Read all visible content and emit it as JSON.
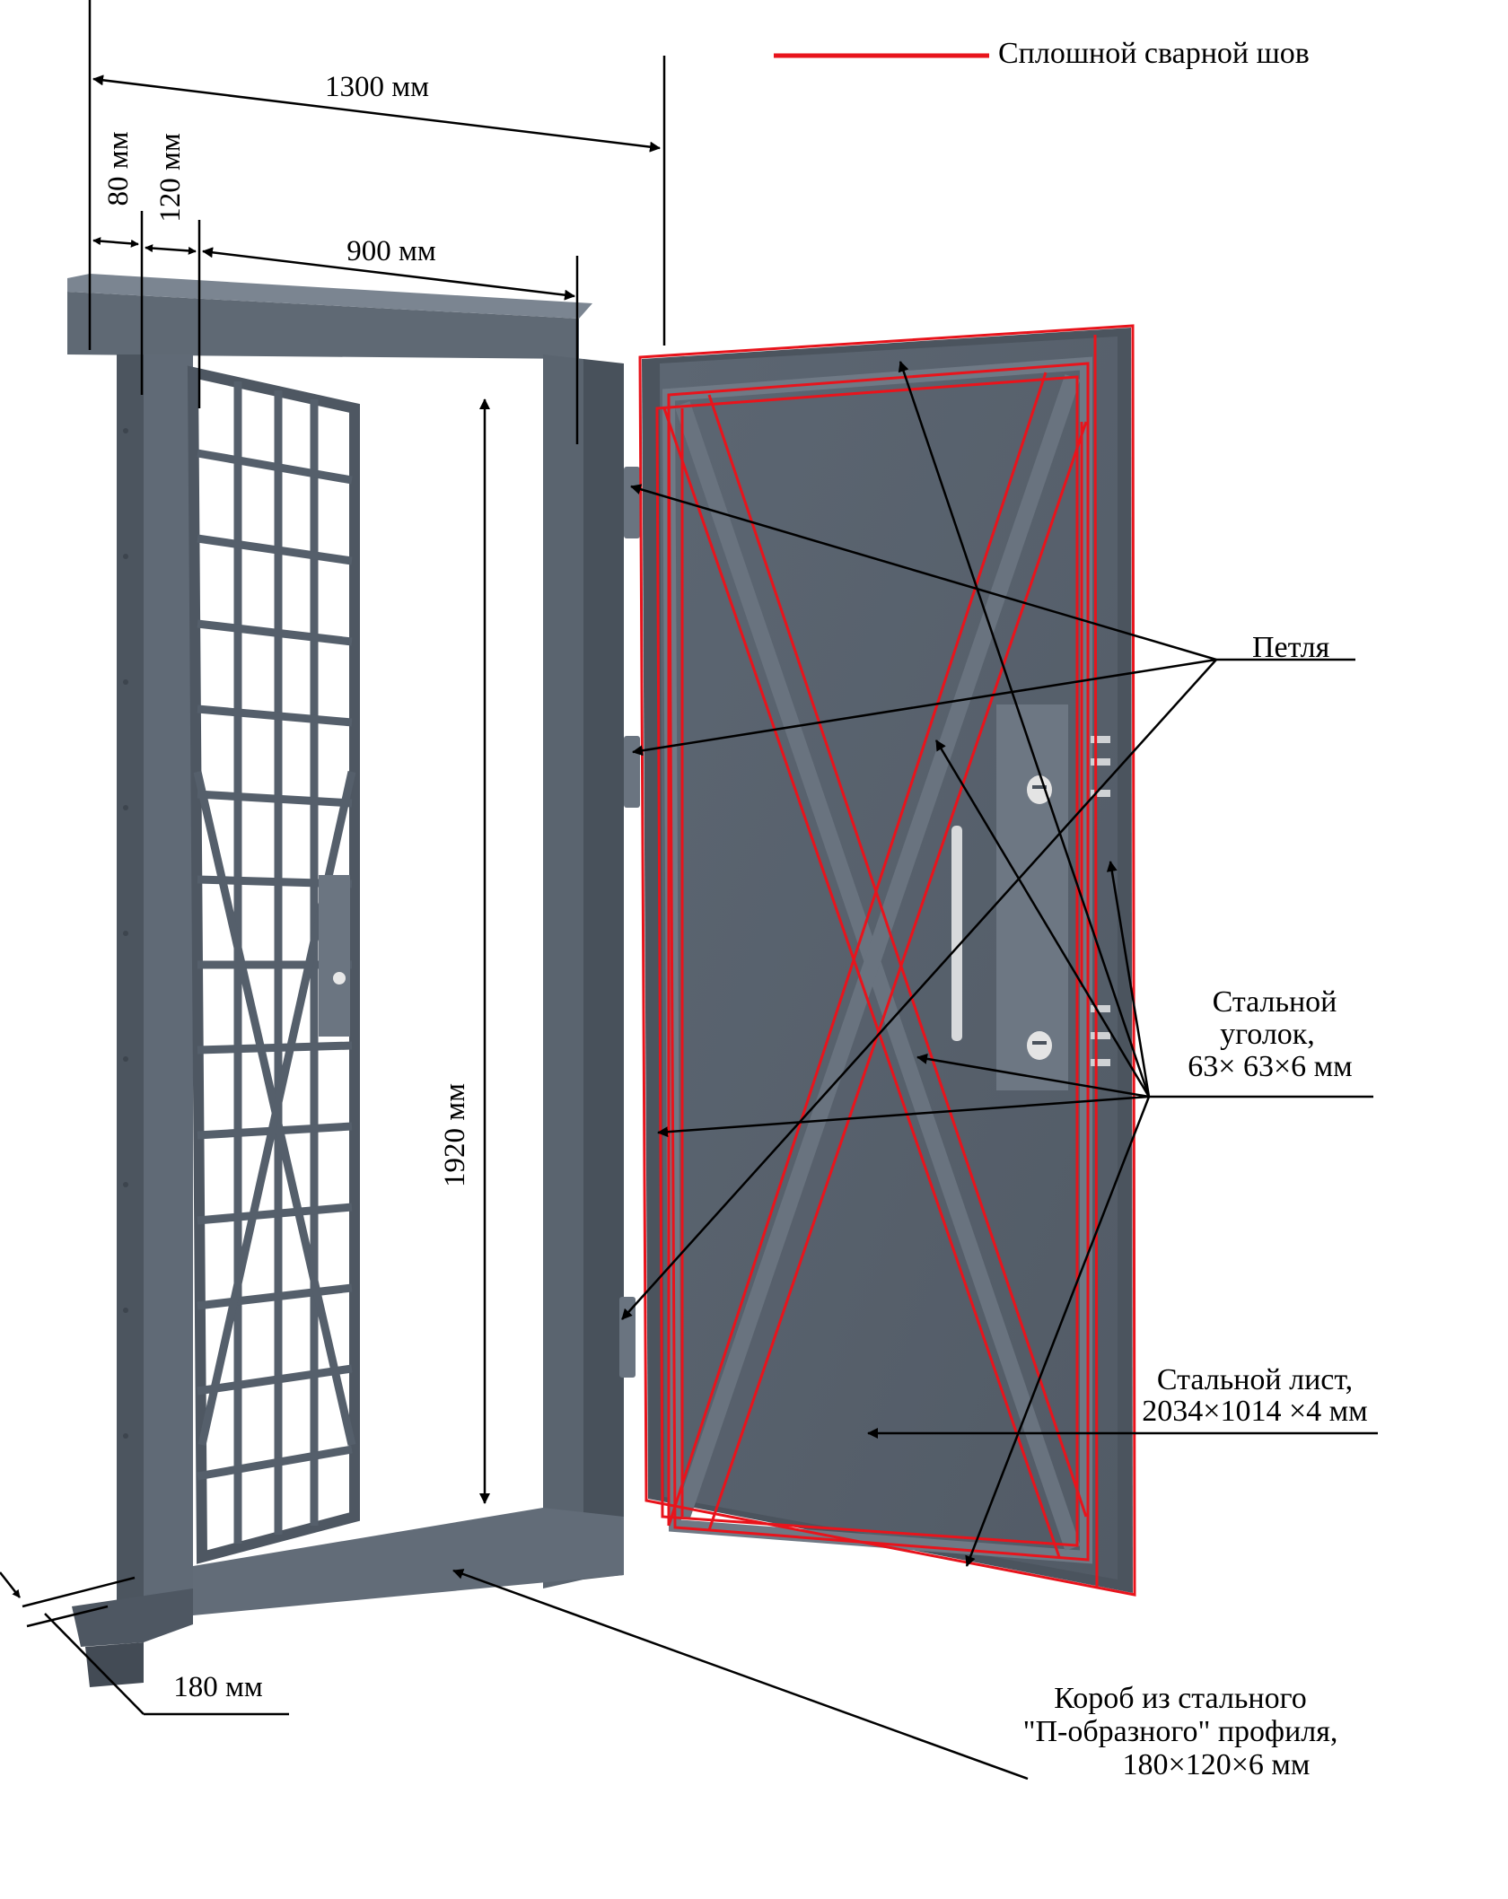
{
  "legend": {
    "label": "Сплошной сварной шов",
    "color": "#e8141c"
  },
  "dimensions": {
    "total_width": "1300 мм",
    "frame_width": "80 мм",
    "box_width": "120 мм",
    "opening_width": "900 мм",
    "opening_height": "1920 мм",
    "depth": "180 мм"
  },
  "callouts": {
    "hinge": "Петля",
    "angle_line1": "Стальной",
    "angle_line2": "уголок,",
    "angle_line3": "63× 63×6 мм",
    "sheet_line1": "Стальной лист,",
    "sheet_line2": "2034×1014 ×4 мм",
    "box_line1": "Короб из стального",
    "box_line2": "\"П-образного\" профиля,",
    "box_line3": "180×120×6 мм"
  },
  "colors": {
    "steel": "#5a6470",
    "steel_dark": "#3e4650",
    "steel_light": "#75808c",
    "weld": "#e8141c",
    "ink": "#000000"
  }
}
